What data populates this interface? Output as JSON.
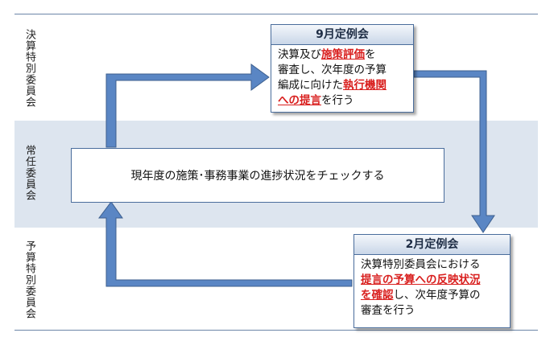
{
  "rows": {
    "top": "決算特別委員会",
    "middle": "常任委員会",
    "bottom": "予算特別委員会"
  },
  "center_box": "現年度の施策･事務事業の進捗状況をチェックする",
  "september": {
    "title": "9月定例会",
    "body": [
      [
        {
          "t": "決算及び"
        },
        {
          "t": "施策評価",
          "hl": true
        },
        {
          "t": "を"
        }
      ],
      [
        {
          "t": "審査し、次年度の予算"
        }
      ],
      [
        {
          "t": "編成に向けた"
        },
        {
          "t": "執行機関",
          "hl": true
        }
      ],
      [
        {
          "t": "への提言",
          "hl": true
        },
        {
          "t": "を行う"
        }
      ]
    ]
  },
  "february": {
    "title": "2月定例会",
    "body": [
      [
        {
          "t": "決算特別委員会における"
        }
      ],
      [
        {
          "t": "提言の予算への反映状況",
          "hl": true
        }
      ],
      [
        {
          "t": "を確認",
          "hl": true
        },
        {
          "t": "し、次年度予算の"
        }
      ],
      [
        {
          "t": "審査を行う"
        }
      ]
    ]
  },
  "colors": {
    "arrow_fill": "#5a86c4",
    "arrow_stroke": "#3d5f8e",
    "highlight": "#d9201f",
    "band": "#dde5ef"
  }
}
